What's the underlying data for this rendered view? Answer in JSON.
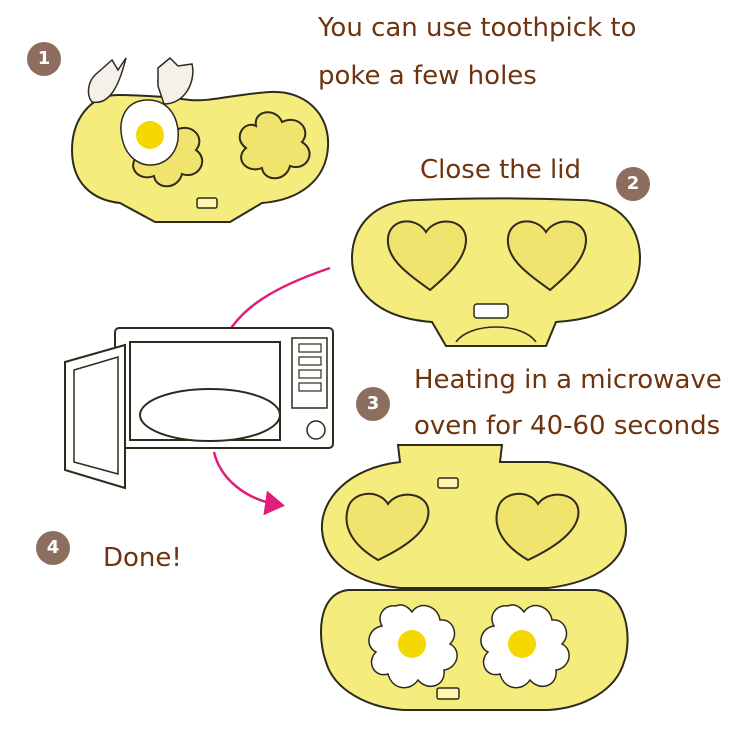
{
  "steps": [
    {
      "number": "1",
      "text_lines": [
        "You can use toothpick to",
        "poke a few holes"
      ]
    },
    {
      "number": "2",
      "text_lines": [
        "Close the lid"
      ]
    },
    {
      "number": "3",
      "text_lines": [
        "Heating in a microwave",
        "oven for 40-60 seconds"
      ]
    },
    {
      "number": "4",
      "text_lines": [
        "Done!"
      ]
    }
  ],
  "colors": {
    "text": "#6e3410",
    "badge": "#8c6d5e",
    "mold_yellow": "#f4ec7d",
    "outline": "#2e2a1c",
    "yolk": "#f5d800",
    "arrow": "#e21c79"
  },
  "icons": [
    "egg-mold-open-icon",
    "egg-shell-icon",
    "egg-mold-closed-icon",
    "microwave-icon",
    "curved-arrow-icon",
    "fried-egg-flower-icon"
  ]
}
